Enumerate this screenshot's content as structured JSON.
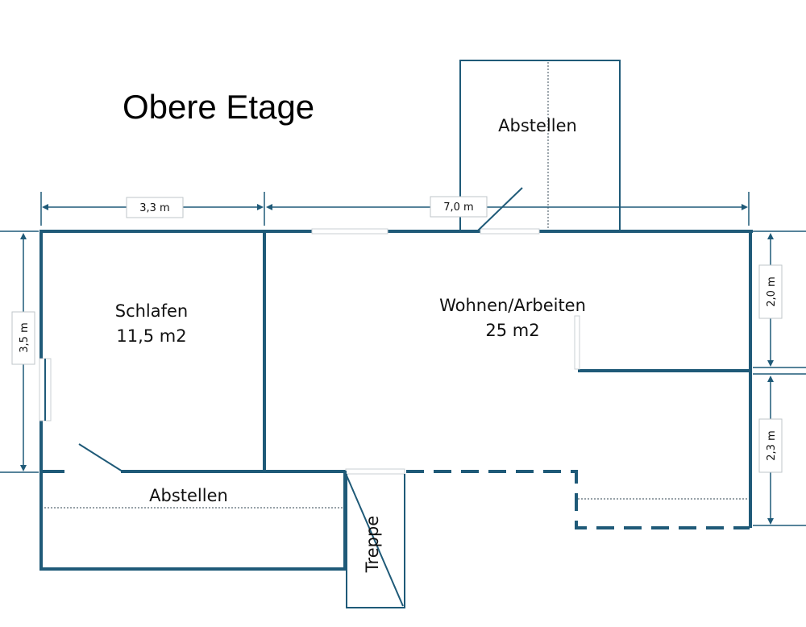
{
  "title": "Obere Etage",
  "rooms": {
    "schlafen": {
      "name": "Schlafen",
      "area": "11,5 m2"
    },
    "wohnen": {
      "name": "Wohnen/Arbeiten",
      "area": "25 m2"
    },
    "abstellen_top": {
      "name": "Abstellen"
    },
    "abstellen_bottom": {
      "name": "Abstellen"
    },
    "treppe": {
      "name": "Treppe"
    }
  },
  "dimensions": {
    "width_left": "3,3 m",
    "width_right": "7,0 m",
    "height_left": "3,5 m",
    "height_right_top": "2,0 m",
    "height_right_bottom": "2,3 m"
  },
  "colors": {
    "wall": "#1f5a78",
    "text": "#111111"
  }
}
